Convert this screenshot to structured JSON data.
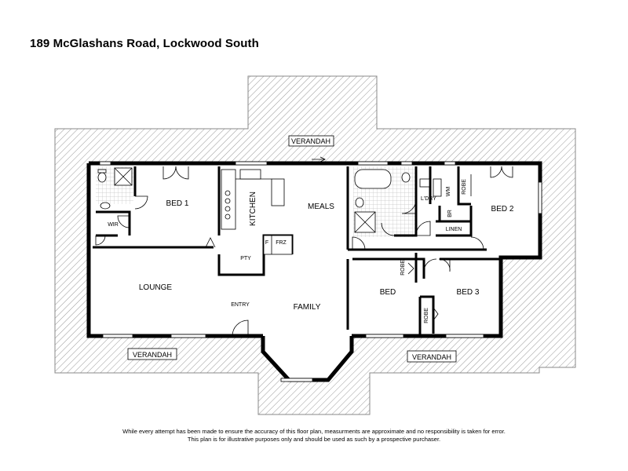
{
  "title": "189 McGlashans Road, Lockwood South",
  "rooms": {
    "bed1": "BED 1",
    "wir": "WIR",
    "kitchen": "KITCHEN",
    "meals": "MEALS",
    "pty": "PTY",
    "fridge": "F",
    "freezer": "FRZ",
    "laundry": "L'DRY",
    "wm": "WM",
    "robe_bed2": "ROBE",
    "bed2": "BED 2",
    "br": "BR",
    "linen": "LINEN",
    "lounge": "LOUNGE",
    "entry": "ENTRY",
    "family": "FAMILY",
    "bed": "BED",
    "robe_bed": "ROBE",
    "bed3": "BED 3",
    "robe_bed3": "ROBE"
  },
  "verandahs": {
    "top": "VERANDAH",
    "left": "VERANDAH",
    "right": "VERANDAH"
  },
  "disclaimer": {
    "line1": "While every attempt has been made to ensure the accuracy of this floor plan, measurments are approximate and no responsibility is taken for error.",
    "line2": "This plan is for illustrative purposes only and should be used as such by a prospective purchaser."
  }
}
